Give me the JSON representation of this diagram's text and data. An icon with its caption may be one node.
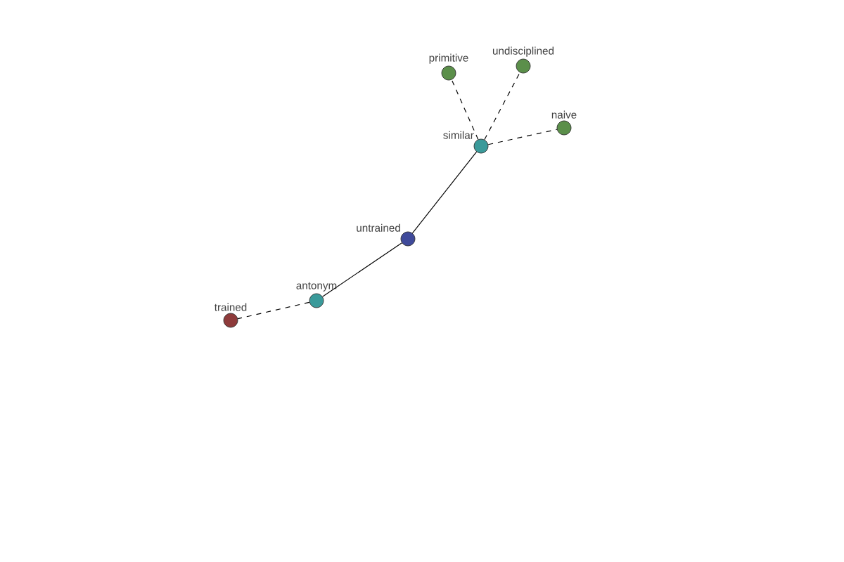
{
  "diagram": {
    "nodes": [
      {
        "text": [
          "primitive"
        ]
      },
      {
        "text": [
          "undisciplined"
        ]
      },
      {
        "text": [
          "naive"
        ]
      },
      {
        "text": [
          "similar"
        ]
      },
      {
        "text": [
          "untrained"
        ]
      },
      {
        "text": [
          "antonym"
        ]
      },
      {
        "text": [
          "trained"
        ]
      }
    ],
    "edges": [
      {
        "from": 3,
        "to": 0,
        "arrow": "none",
        "style": "dashed"
      },
      {
        "from": 3,
        "to": 1,
        "arrow": "none",
        "style": "dashed"
      },
      {
        "from": 3,
        "to": 2,
        "arrow": "none",
        "style": "dashed"
      },
      {
        "from": 4,
        "to": 3,
        "arrow": "none"
      },
      {
        "from": 4,
        "to": 5,
        "arrow": "none"
      },
      {
        "from": 5,
        "to": 6,
        "arrow": "none",
        "style": "dashed"
      }
    ]
  }
}
